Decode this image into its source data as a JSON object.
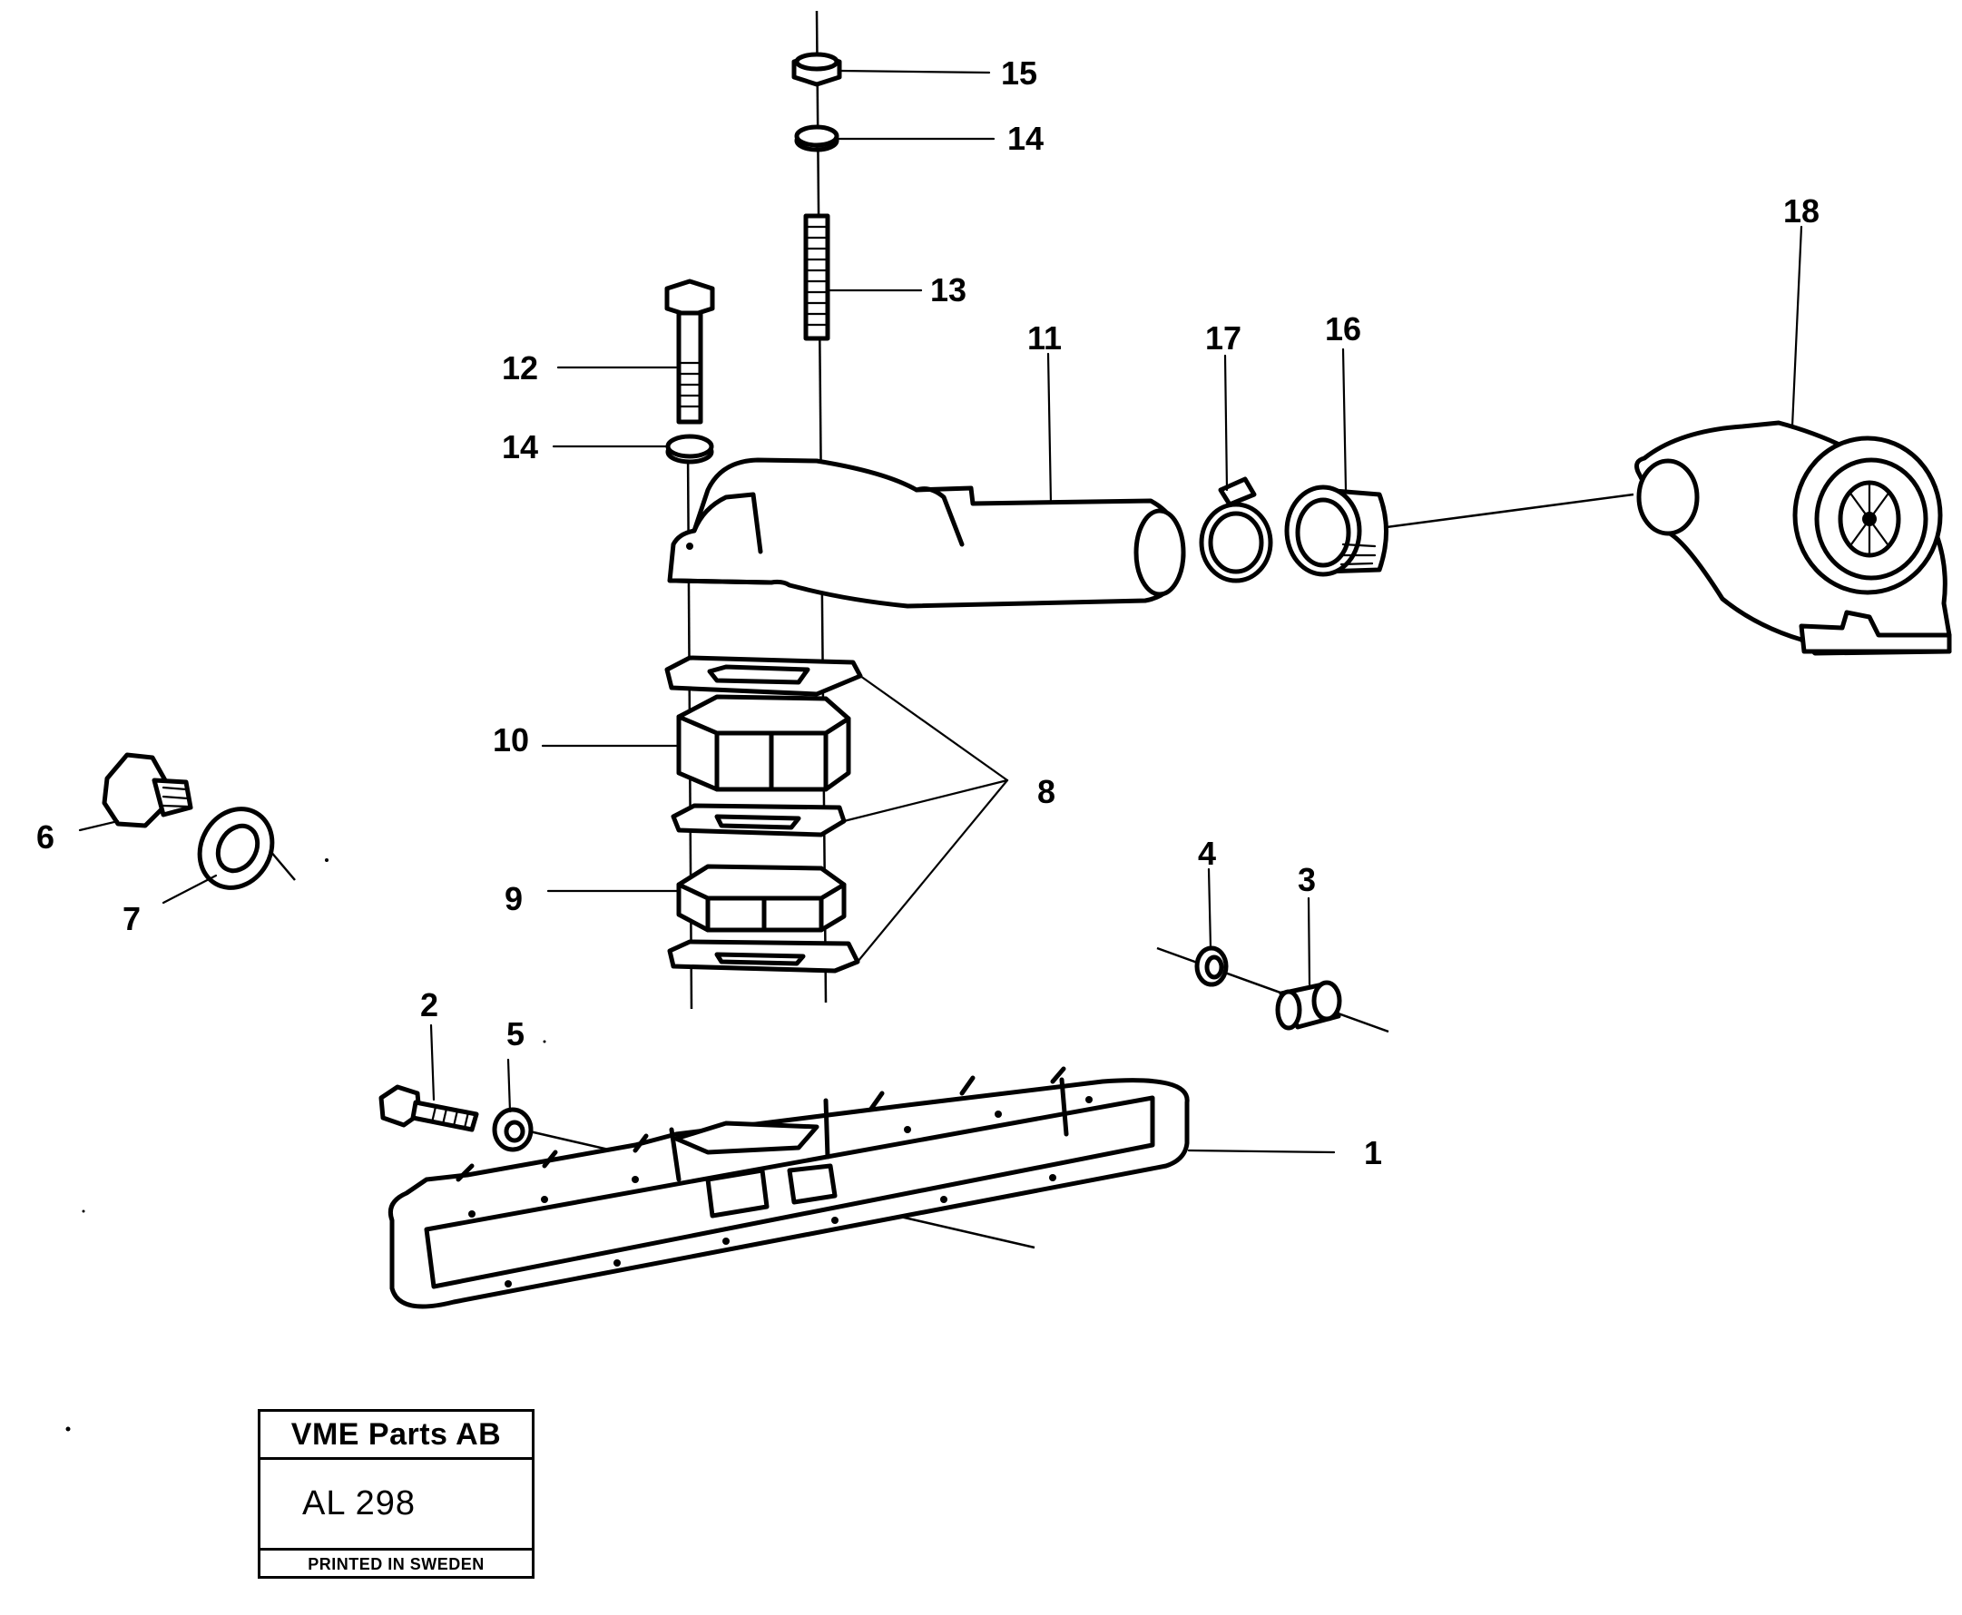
{
  "callouts": {
    "c1": "1",
    "c2": "2",
    "c3": "3",
    "c4": "4",
    "c5": "5",
    "c6": "6",
    "c7": "7",
    "c8": "8",
    "c9": "9",
    "c10": "10",
    "c11": "11",
    "c12": "12",
    "c13": "13",
    "c14a": "14",
    "c14b": "14",
    "c15": "15",
    "c16": "16",
    "c17": "17",
    "c18": "18"
  },
  "stamp": {
    "company": "VME Parts AB",
    "code": "AL 298",
    "printed": "PRINTED IN SWEDEN"
  }
}
